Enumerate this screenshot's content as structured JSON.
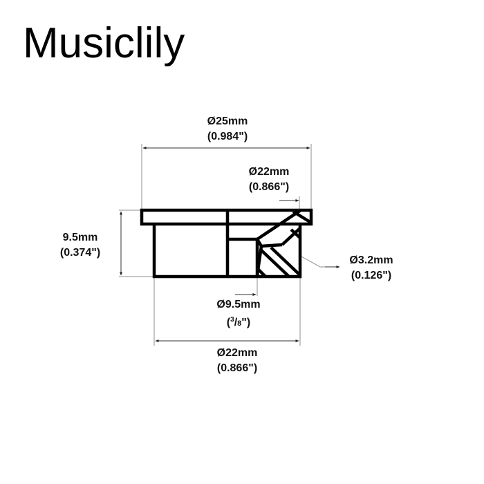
{
  "brand": {
    "name": "Musiclily"
  },
  "colors": {
    "outline": "#000000",
    "dimension_line": "#8c8c8c",
    "text": "#111111",
    "background": "#ffffff"
  },
  "dimensions": {
    "outer_flange_diameter": {
      "metric": "Ø25mm",
      "imperial": "(0.984\")"
    },
    "inner_top_diameter": {
      "metric": "Ø22mm",
      "imperial": "(0.866\")"
    },
    "height": {
      "metric": "9.5mm",
      "imperial": "(0.374\")"
    },
    "screw_hole_diameter": {
      "metric": "Ø3.2mm",
      "imperial": "(0.126\")"
    },
    "bore_diameter": {
      "metric": "Ø9.5mm",
      "imperial_open": "(",
      "imperial_num": "3",
      "imperial_sep": "/",
      "imperial_den": "8",
      "imperial_close": "\")"
    },
    "body_diameter": {
      "metric": "Ø22mm",
      "imperial": "(0.866\")"
    }
  }
}
